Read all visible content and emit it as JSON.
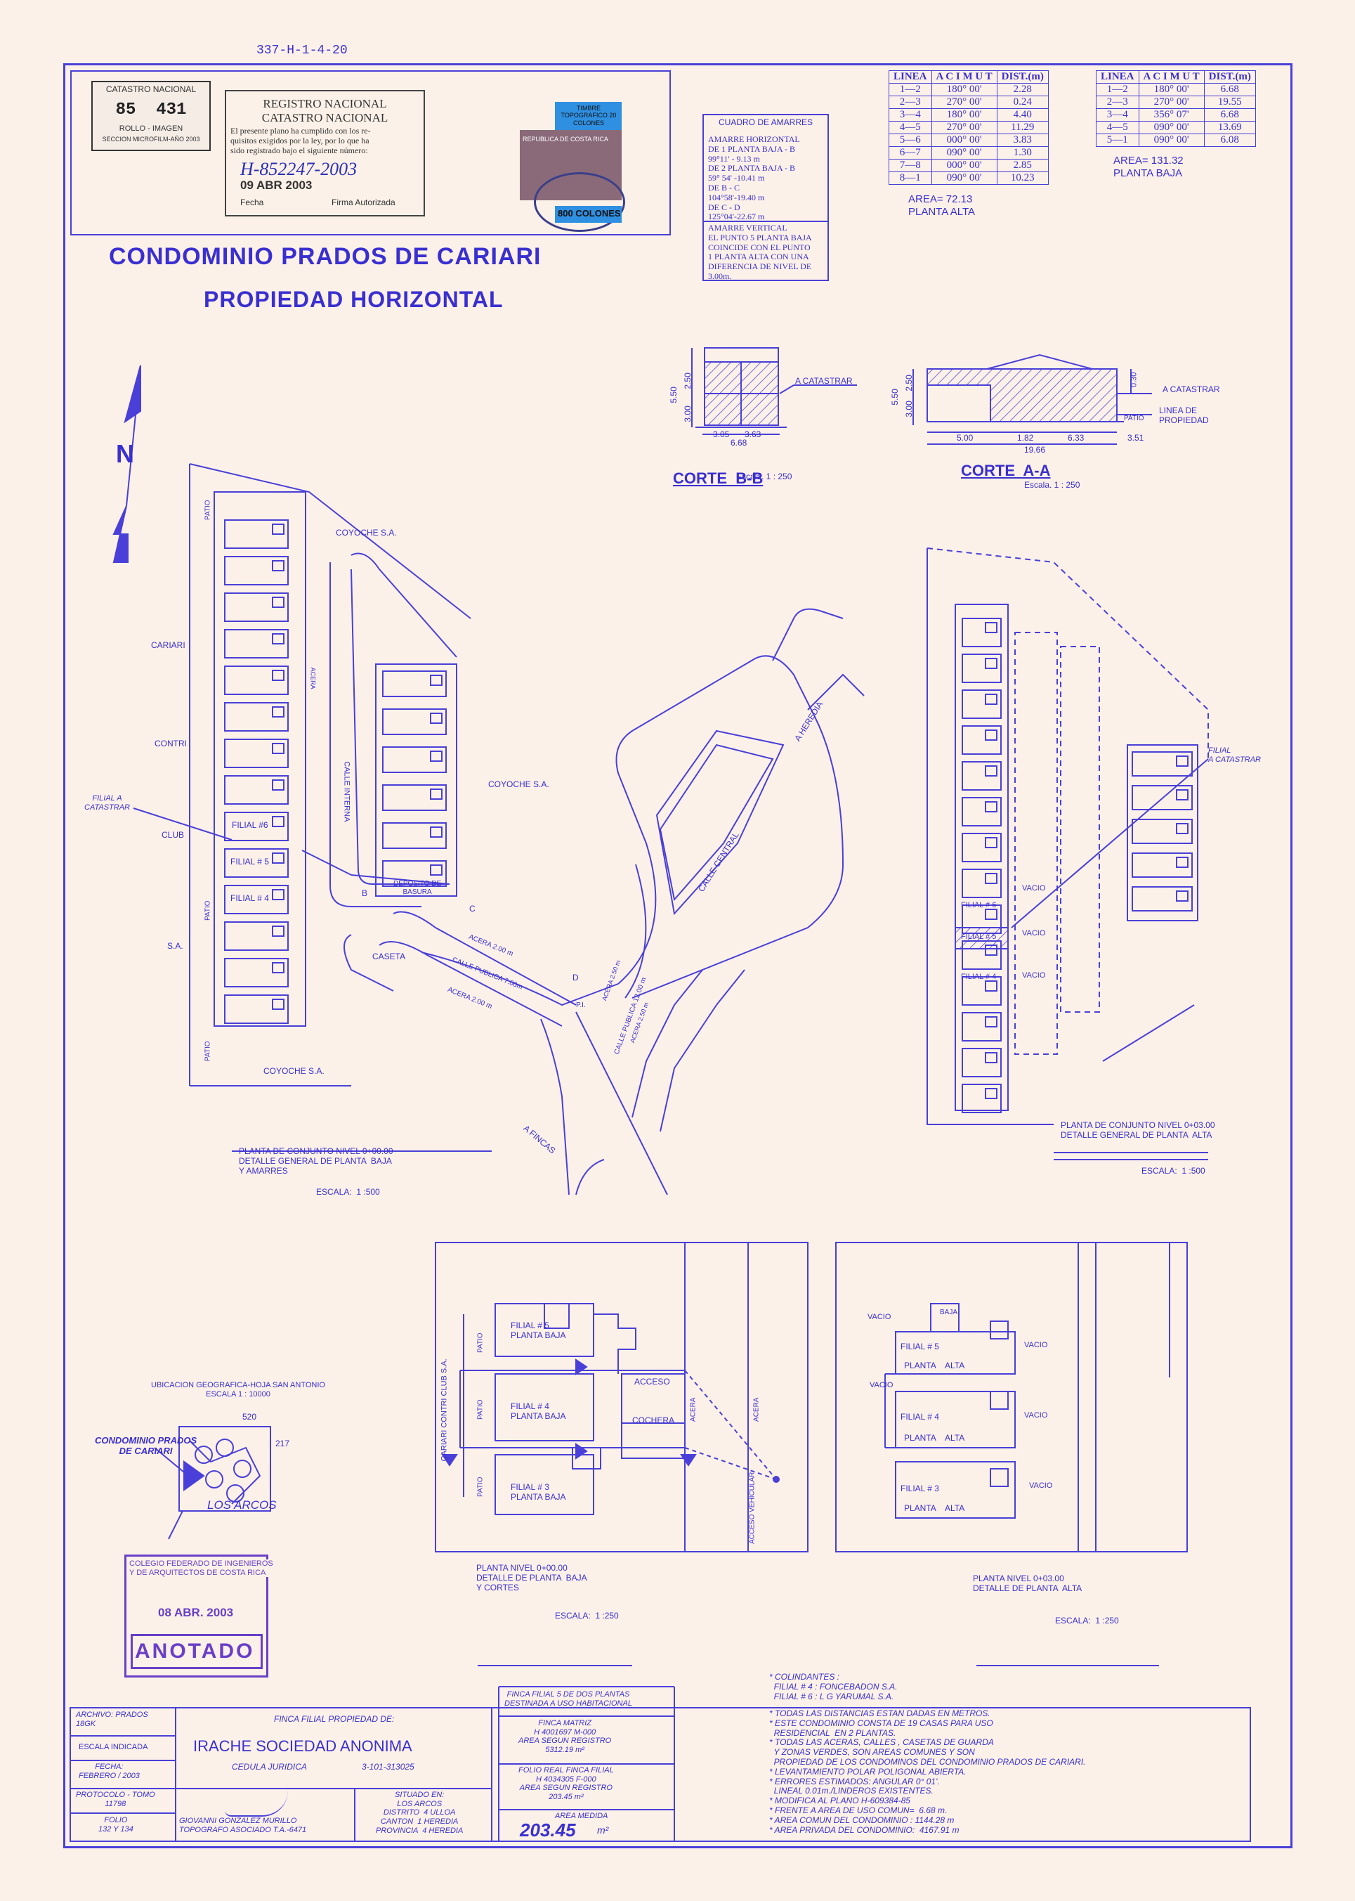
{
  "sheet_ref": "337-H-1-4-20",
  "catastro_box": {
    "title": "CATASTRO NACIONAL",
    "number": "85  431",
    "line1": "ROLLO - IMAGEN",
    "line2": "SECCION MICROFILM-AÑO 2003"
  },
  "registro": {
    "title1": "REGISTRO NACIONAL",
    "title2": "CATASTRO NACIONAL",
    "body": "El presente plano ha cumplido con los re-\nquisitos exigidos por la ley, por lo que ha\nsido registrado bajo el siguiente número:",
    "plan_number": "H-852247-2003",
    "date": "09 ABR 2003",
    "fecha": "Fecha",
    "firma": "Firma Autorizada"
  },
  "timbre": {
    "top": "TIMBRE TOPOGRAFICO 20 COLONES",
    "country": "REPUBLICA DE COSTA RICA",
    "value": "800 COLONES"
  },
  "title": {
    "line1": "CONDOMINIO PRADOS DE CARIARI",
    "line2": "PROPIEDAD HORIZONTAL"
  },
  "amarres": {
    "title": "CUADRO DE AMARRES",
    "horizontal": "AMARRE HORIZONTAL\nDE 1 PLANTA BAJA - B\n99°11' - 9.13 m\nDE 2 PLANTA BAJA - B\n59° 54' -10.41 m\nDE B - C\n104°58'-19.40 m\nDE C - D\n125°04'-22.67 m",
    "vertical": "AMARRE VERTICAL\nEL PUNTO 5 PLANTA BAJA\nCOINCIDE CON EL PUNTO\n1 PLANTA ALTA CON UNA\nDIFERENCIA DE NIVEL DE\n3.00m."
  },
  "table_alta": {
    "headers": [
      "LINEA",
      "A C I M U T",
      "DIST.(m)"
    ],
    "rows": [
      [
        "1—2",
        "180° 00'",
        "2.28"
      ],
      [
        "2—3",
        "270° 00'",
        "0.24"
      ],
      [
        "3—4",
        "180° 00'",
        "4.40"
      ],
      [
        "4—5",
        "270° 00'",
        "11.29"
      ],
      [
        "5—6",
        "000° 00'",
        "3.83"
      ],
      [
        "6—7",
        "090° 00'",
        "1.30"
      ],
      [
        "7—8",
        "000° 00'",
        "2.85"
      ],
      [
        "8—1",
        "090° 00'",
        "10.23"
      ]
    ],
    "area": "AREA= 72.13",
    "label": "PLANTA ALTA"
  },
  "table_baja": {
    "headers": [
      "LINEA",
      "A C I M U T",
      "DIST.(m)"
    ],
    "rows": [
      [
        "1—2",
        "180° 00'",
        "6.68"
      ],
      [
        "2—3",
        "270° 00'",
        "19.55"
      ],
      [
        "3—4",
        "356° 07'",
        "6.68"
      ],
      [
        "4—5",
        "090° 00'",
        "13.69"
      ],
      [
        "5—1",
        "090° 00'",
        "6.08"
      ]
    ],
    "area": "AREA= 131.32",
    "label": "PLANTA BAJA"
  },
  "corte_bb": {
    "title": "CORTE  B-B",
    "scale": "Escala. 1 : 250",
    "label": "A CATASTRAR",
    "d1": "5.50",
    "d2": "2.50",
    "d3": "3.00",
    "d4": "3.05",
    "d5": "3.63",
    "d6": "6.68"
  },
  "corte_aa": {
    "title": "CORTE  A-A",
    "scale": "Escala. 1 : 250",
    "label1": "A CATASTRAR",
    "label2": "LINEA DE\nPROPIEDAD",
    "patio": "PATIO",
    "d1": "5.50",
    "d2": "2.50",
    "d3": "3.00",
    "d4": "5.00",
    "d5": "1.82",
    "d6": "6.33",
    "d7": "3.51",
    "d8": "19.66",
    "d9": "0.30"
  },
  "north": "N",
  "plan_left": {
    "coyoche1": "COYOCHE S.A.",
    "coyoche2": "COYOCHE S.A.",
    "coyoche3": "COYOCHE S.A.",
    "cariari": "CARIARI",
    "contri": "CONTRI",
    "club": "CLUB",
    "sa": "S.A.",
    "filial_a": "FILIAL A\nCATASTRAR",
    "filial6": "FILIAL #6",
    "filial5": "FILIAL # 5",
    "filial4": "FILIAL # 4",
    "patio": "PATIO",
    "calle_interna": "CALLE INTERNA",
    "acera": "ACERA",
    "deposito": "DEPOSITO DE\nBASURA",
    "caseta": "CASETA",
    "calle_publica": "CALLE PUBLICA 7.00m",
    "acera2": "ACERA 2.00 m",
    "acera3": "ACERA 2.00 m",
    "pb": "B",
    "pc": "C",
    "pd": "D",
    "pi": "P.I.",
    "heredia": "A HEREDIA",
    "calle_central": "CALLE CENTRAL",
    "fincas": "A FINCAS",
    "calle_publica2": "CALLE PUBLICA 12.00 m",
    "acera4": "ACERA 2.50 m",
    "acera5": "ACERA 2.50 m",
    "caption": "PLANTA DE CONJUNTO NIVEL 0+00.00\nDETALLE GENERAL DE PLANTA  BAJA\nY AMARRES",
    "scale": "ESCALA:  1 :500"
  },
  "plan_right": {
    "filial": "FILIAL\nA CATASTRAR",
    "vacio": "VACIO",
    "filial6": "FILIAL # 6",
    "filial5": "FILIAL # 5",
    "filial4": "FILIAL # 4",
    "caption": "PLANTA DE CONJUNTO NIVEL 0+03.00\nDETALLE GENERAL DE PLANTA  ALTA",
    "scale": "ESCALA:  1 :500"
  },
  "ubicacion": {
    "title": "UBICACION GEOGRAFICA-HOJA SAN ANTONIO\nESCALA 1 : 10000",
    "condominio": "CONDOMINIO PRADOS\nDE CARIARI",
    "los_arcos": "LOS ARCOS",
    "n520": "520",
    "n217": "217"
  },
  "detail_baja": {
    "filial5": "FILIAL # 5\nPLANTA BAJA",
    "filial4": "FILIAL # 4\nPLANTA BAJA",
    "filial3": "FILIAL # 3\nPLANTA BAJA",
    "patio": "PATIO",
    "acceso": "ACCESO",
    "cochera": "COCHERA",
    "acera": "ACERA",
    "cariari": "CARIARI CONTRI CLUB S.A.",
    "acceso_vehicular": "ACCESO VEHICULAR",
    "caption": "PLANTA NIVEL 0+00.00\nDETALLE DE PLANTA  BAJA\nY CORTES",
    "scale": "ESCALA:  1 :250"
  },
  "detail_alta": {
    "vacio": "VACIO",
    "filial5": "FILIAL # 5",
    "filial4": "FILIAL # 4",
    "filial3": "FILIAL # 3",
    "planta": "PLANTA",
    "alta": "ALTA",
    "baja": "BAJA",
    "caption": "PLANTA NIVEL 0+03.00\nDETALLE DE PLANTA  ALTA",
    "scale": "ESCALA:  1 :250"
  },
  "colegio_stamp": {
    "line1": "COLEGIO FEDERADO DE INGENIEROS\nY DE ARQUITECTOS DE COSTA RICA",
    "date": "08 ABR. 2003",
    "anotado": "ANOTADO"
  },
  "notes": {
    "colindantes": "* COLINDANTES :\n  FILIAL # 4 : FONCEBADON S.A.\n  FILIAL # 6 : L G YARUMAL S.A.",
    "lines": "* TODAS LAS DISTANCIAS ESTAN DADAS EN METROS.\n* ESTE CONDOMINIO CONSTA DE 19 CASAS PARA USO\n  RESIDENCIAL  EN 2 PLANTAS.\n* TODAS LAS ACERAS, CALLES , CASETAS DE GUARDA\n  Y ZONAS VERDES, SON AREAS COMUNES Y SON\n  PROPIEDAD DE LOS CONDOMINOS DEL CONDOMINIO PRADOS DE CARIARI.\n* LEVANTAMIENTO POLAR POLIGONAL ABIERTA.\n* ERRORES ESTIMADOS: ANGULAR 0° 01'.\n  LINEAL 0.01m./LINDEROS EXISTENTES.\n* MODIFICA AL PLANO H-609384-85\n* FRENTE A AREA DE USO COMUN=  6.68 m.\n* AREA COMUN DEL CONDOMINIO : 1144.28 m\n* AREA PRIVADA DEL CONDOMINIO:  4167.91 m"
  },
  "title_block": {
    "archivo": "ARCHIVO: PRADOS\n18GK",
    "escala": "ESCALA INDICADA",
    "fecha": "FECHA:\nFEBRERO / 2003",
    "protocolo": "PROTOCOLO - TOMO\n11798",
    "folio": "FOLIO\n132 Y 134",
    "finca_filial": "FINCA FILIAL PROPIEDAD DE:",
    "owner": "IRACHE SOCIEDAD ANONIMA",
    "cedula_label": "CEDULA JURIDICA",
    "cedula": "3-101-313025",
    "topografo": "GIOVANNI GONZALEZ MURILLO\nTOPOGRAFO ASOCIADO T.A.-6471",
    "situado": "SITUADO EN:\nLOS ARCOS\nDISTRITO  4 ULLOA\nCANTON  1 HEREDIA\nPROVINCIA  4 HEREDIA",
    "finca_dos": "FINCA FILIAL 5 DE DOS PLANTAS\nDESTINADA A USO HABITACIONAL",
    "finca_matriz": "FINCA MATRIZ\nH 4001697 M-000\nAREA SEGUN REGISTRO\n5312.19 m²",
    "folio_real": "FOLIO REAL FINCA FILIAL\nH 4034305 F-000\nAREA SEGUN REGISTRO\n203.45 m²",
    "area_medida": "AREA MEDIDA",
    "area_value": "203.45"
  }
}
